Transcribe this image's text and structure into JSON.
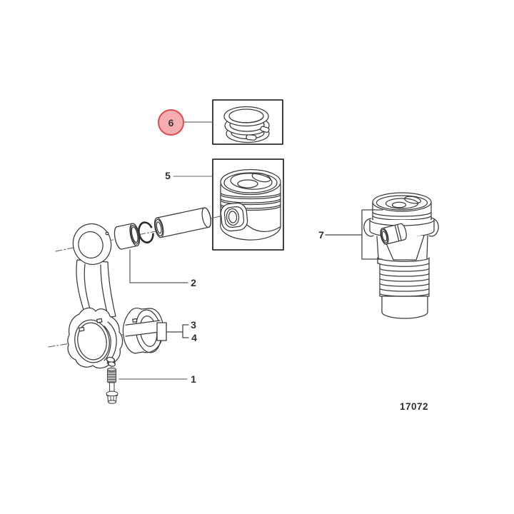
{
  "figure": {
    "drawing_number": "17072",
    "highlighted_callout": "6"
  },
  "colors": {
    "background": "#ffffff",
    "line": "#3b3b3b",
    "box_border": "#2e2e2e",
    "leader_gray": "#8a8a8a",
    "bracket_dark": "#474747",
    "highlight_fill": "#f4aeb2",
    "highlight_stroke": "#e14b50",
    "label_text": "#2f2f2f"
  },
  "callouts": {
    "c1": {
      "label": "1"
    },
    "c2": {
      "label": "2"
    },
    "c3": {
      "label": "3"
    },
    "c4": {
      "label": "4"
    },
    "c5": {
      "label": "5"
    },
    "c6": {
      "label": "6"
    },
    "c7": {
      "label": "7"
    }
  }
}
